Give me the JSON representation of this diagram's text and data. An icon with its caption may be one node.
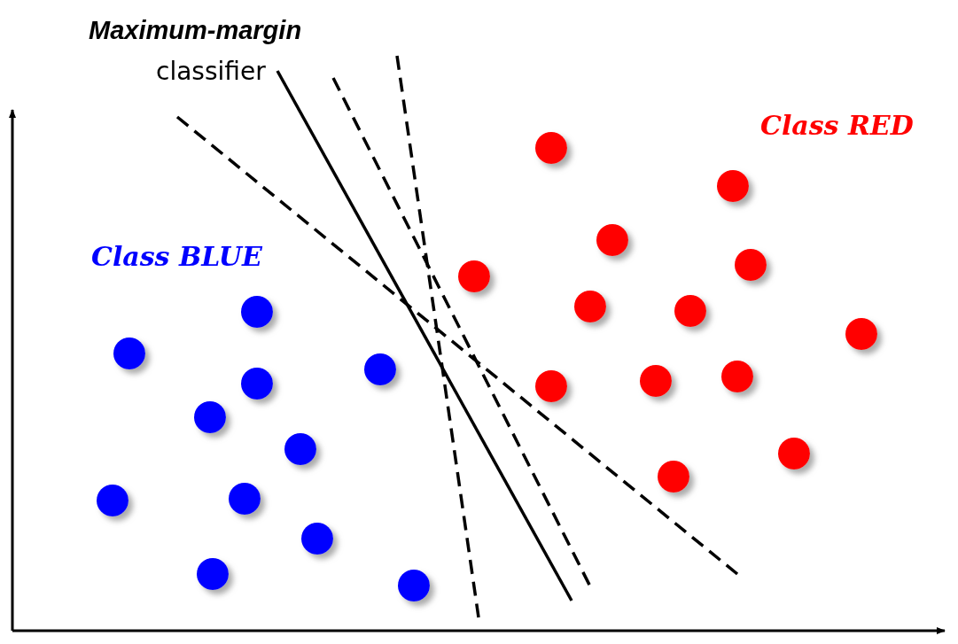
{
  "diagram": {
    "labels": [
      "Maximum-margin",
      "classifier",
      "Class RED",
      "Class BLUE"
    ]
  }
}
